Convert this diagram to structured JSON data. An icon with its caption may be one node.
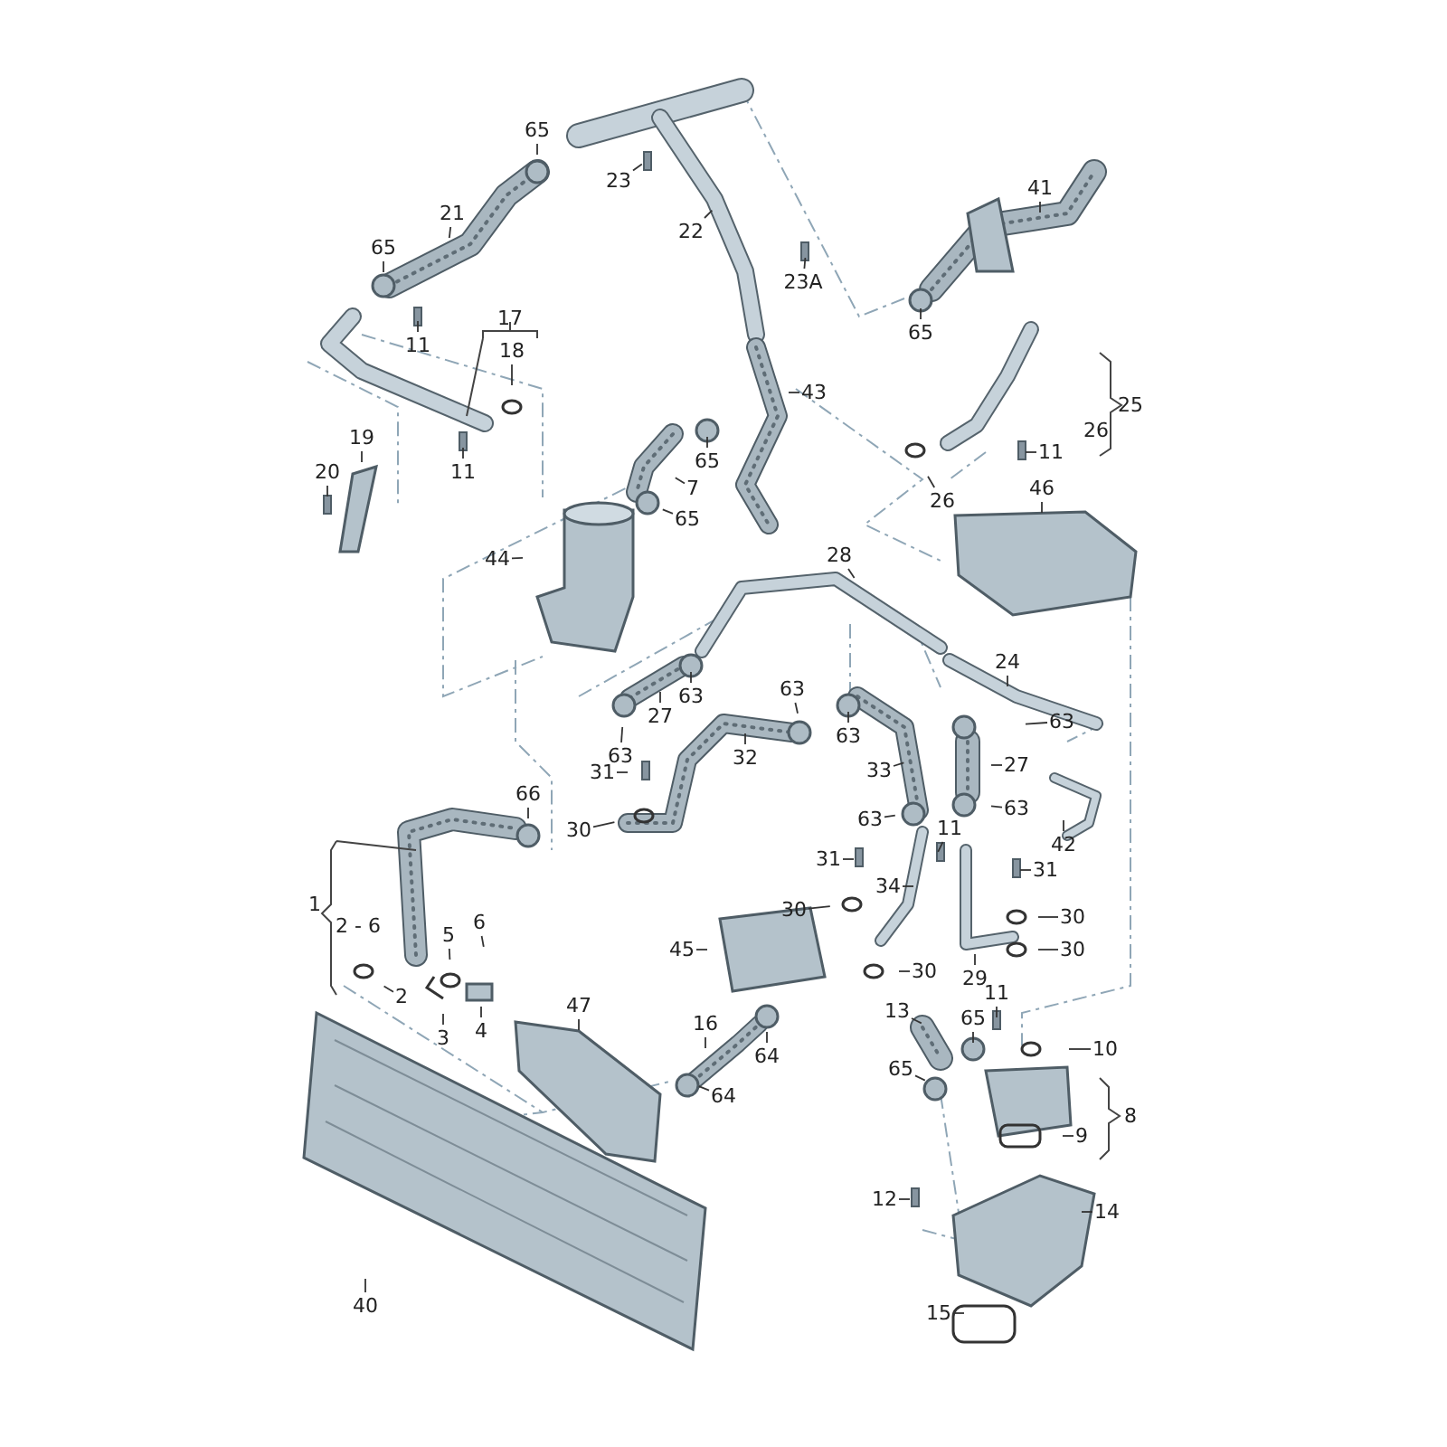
{
  "diagram": {
    "nodes": [
      {
        "text": [
          "65"
        ]
      },
      {
        "text": [
          "21"
        ]
      },
      {
        "text": [
          "23"
        ]
      },
      {
        "text": [
          "22"
        ]
      },
      {
        "text": [
          "65"
        ]
      },
      {
        "text": [
          "11"
        ]
      },
      {
        "text": [
          "23A"
        ]
      },
      {
        "text": [
          "18"
        ]
      },
      {
        "text": [
          "11"
        ]
      },
      {
        "text": [
          "19"
        ]
      },
      {
        "text": [
          "20"
        ]
      },
      {
        "text": [
          "43"
        ]
      },
      {
        "text": [
          "65"
        ]
      },
      {
        "text": [
          "7"
        ]
      },
      {
        "text": [
          "65"
        ]
      },
      {
        "text": [
          "44"
        ]
      },
      {
        "text": [
          "41"
        ]
      },
      {
        "text": [
          "65"
        ]
      },
      {
        "text": [
          "11"
        ]
      },
      {
        "text": [
          "26"
        ]
      },
      {
        "text": [
          "46"
        ]
      },
      {
        "text": [
          "28"
        ]
      },
      {
        "text": [
          "24"
        ]
      },
      {
        "text": [
          "63"
        ]
      },
      {
        "text": [
          "27"
        ]
      },
      {
        "text": [
          "63"
        ]
      },
      {
        "text": [
          "63"
        ]
      },
      {
        "text": [
          "32"
        ]
      },
      {
        "text": [
          "31"
        ]
      },
      {
        "text": [
          "30"
        ]
      },
      {
        "text": [
          "63"
        ]
      },
      {
        "text": [
          "63"
        ]
      },
      {
        "text": [
          "27"
        ]
      },
      {
        "text": [
          "63"
        ]
      },
      {
        "text": [
          "33"
        ]
      },
      {
        "text": [
          "63"
        ]
      },
      {
        "text": [
          "11"
        ]
      },
      {
        "text": [
          "42"
        ]
      },
      {
        "text": [
          "66"
        ]
      },
      {
        "text": [
          "31"
        ]
      },
      {
        "text": [
          "30"
        ]
      },
      {
        "text": [
          "34"
        ]
      },
      {
        "text": [
          "31"
        ]
      },
      {
        "text": [
          "30"
        ]
      },
      {
        "text": [
          "30"
        ]
      },
      {
        "text": [
          "30"
        ]
      },
      {
        "text": [
          "29"
        ]
      },
      {
        "text": [
          "45"
        ]
      },
      {
        "text": [
          "5"
        ]
      },
      {
        "text": [
          "6"
        ]
      },
      {
        "text": [
          "2"
        ]
      },
      {
        "text": [
          "3"
        ]
      },
      {
        "text": [
          "4"
        ]
      },
      {
        "text": [
          "47"
        ]
      },
      {
        "text": [
          "16"
        ]
      },
      {
        "text": [
          "64"
        ]
      },
      {
        "text": [
          "64"
        ]
      },
      {
        "text": [
          "13"
        ]
      },
      {
        "text": [
          "65"
        ]
      },
      {
        "text": [
          "11"
        ]
      },
      {
        "text": [
          "10"
        ]
      },
      {
        "text": [
          "65"
        ]
      },
      {
        "text": [
          "9"
        ]
      },
      {
        "text": [
          "12"
        ]
      },
      {
        "text": [
          "14"
        ]
      },
      {
        "text": [
          "15"
        ]
      },
      {
        "text": [
          "40"
        ]
      }
    ],
    "edges": [
      {
        "from": 0,
        "to": null,
        "arrow": "none"
      },
      {
        "from": 1,
        "to": null,
        "arrow": "none"
      },
      {
        "from": 2,
        "to": null,
        "arrow": "none"
      },
      {
        "from": 3,
        "to": null,
        "arrow": "none"
      },
      {
        "from": 4,
        "to": null,
        "arrow": "none"
      },
      {
        "from": 5,
        "to": null,
        "arrow": "none"
      },
      {
        "from": 6,
        "to": null,
        "arrow": "none"
      },
      {
        "from": 7,
        "to": null,
        "arrow": "none"
      },
      {
        "from": 8,
        "to": null,
        "arrow": "none"
      },
      {
        "from": 9,
        "to": null,
        "arrow": "none"
      },
      {
        "from": 10,
        "to": null,
        "arrow": "none"
      },
      {
        "from": 11,
        "to": null,
        "arrow": "none"
      },
      {
        "from": 12,
        "to": null,
        "arrow": "none"
      },
      {
        "from": 13,
        "to": null,
        "arrow": "none"
      },
      {
        "from": 14,
        "to": null,
        "arrow": "none"
      },
      {
        "from": 15,
        "to": null,
        "arrow": "none"
      },
      {
        "from": 16,
        "to": null,
        "arrow": "none"
      },
      {
        "from": 17,
        "to": null,
        "arrow": "none"
      },
      {
        "from": 18,
        "to": null,
        "arrow": "none"
      },
      {
        "from": 19,
        "to": null,
        "arrow": "none"
      },
      {
        "from": 20,
        "to": null,
        "arrow": "none"
      },
      {
        "from": 21,
        "to": null,
        "arrow": "none"
      },
      {
        "from": 22,
        "to": null,
        "arrow": "none"
      },
      {
        "from": 23,
        "to": null,
        "arrow": "none"
      },
      {
        "from": 24,
        "to": null,
        "arrow": "none"
      },
      {
        "from": 25,
        "to": null,
        "arrow": "none"
      },
      {
        "from": 26,
        "to": null,
        "arrow": "none"
      },
      {
        "from": 27,
        "to": null,
        "arrow": "none"
      },
      {
        "from": 28,
        "to": null,
        "arrow": "none"
      },
      {
        "from": 29,
        "to": null,
        "arrow": "none"
      },
      {
        "from": 30,
        "to": null,
        "arrow": "none"
      },
      {
        "from": 31,
        "to": null,
        "arrow": "none"
      },
      {
        "from": 32,
        "to": null,
        "arrow": "none"
      },
      {
        "from": 33,
        "to": null,
        "arrow": "none"
      },
      {
        "from": 34,
        "to": null,
        "arrow": "none"
      },
      {
        "from": 35,
        "to": null,
        "arrow": "none"
      },
      {
        "from": 36,
        "to": null,
        "arrow": "none"
      },
      {
        "from": 37,
        "to": null,
        "arrow": "none"
      },
      {
        "from": 38,
        "to": null,
        "arrow": "none"
      },
      {
        "from": 39,
        "to": null,
        "arrow": "none"
      },
      {
        "from": 40,
        "to": null,
        "arrow": "none"
      },
      {
        "from": 41,
        "to": null,
        "arrow": "none"
      },
      {
        "from": 42,
        "to": null,
        "arrow": "none"
      },
      {
        "from": 43,
        "to": null,
        "arrow": "none"
      },
      {
        "from": 44,
        "to": null,
        "arrow": "none"
      },
      {
        "from": 45,
        "to": null,
        "arrow": "none"
      },
      {
        "from": 46,
        "to": null,
        "arrow": "none"
      },
      {
        "from": 47,
        "to": null,
        "arrow": "none"
      },
      {
        "from": 48,
        "to": null,
        "arrow": "none"
      },
      {
        "from": 49,
        "to": null,
        "arrow": "none"
      },
      {
        "from": 50,
        "to": null,
        "arrow": "none"
      },
      {
        "from": 51,
        "to": null,
        "arrow": "none"
      },
      {
        "from": 52,
        "to": null,
        "arrow": "none"
      },
      {
        "from": 53,
        "to": null,
        "arrow": "none"
      },
      {
        "from": 54,
        "to": null,
        "arrow": "none"
      },
      {
        "from": 55,
        "to": null,
        "arrow": "none"
      },
      {
        "from": 56,
        "to": null,
        "arrow": "none"
      },
      {
        "from": 57,
        "to": null,
        "arrow": "none"
      },
      {
        "from": 58,
        "to": null,
        "arrow": "none"
      },
      {
        "from": 59,
        "to": null,
        "arrow": "none"
      },
      {
        "from": 60,
        "to": null,
        "arrow": "none"
      },
      {
        "from": 61,
        "to": null,
        "arrow": "none"
      },
      {
        "from": 62,
        "to": null,
        "arrow": "none"
      },
      {
        "from": 63,
        "to": null,
        "arrow": "none"
      },
      {
        "from": 64,
        "to": null,
        "arrow": "none"
      },
      {
        "from": 65,
        "to": null,
        "arrow": "none"
      },
      {
        "from": 66,
        "to": null,
        "arrow": "none"
      }
    ],
    "labels": [
      "17",
      "25",
      "26",
      "1",
      "2 - 6",
      "8"
    ]
  }
}
